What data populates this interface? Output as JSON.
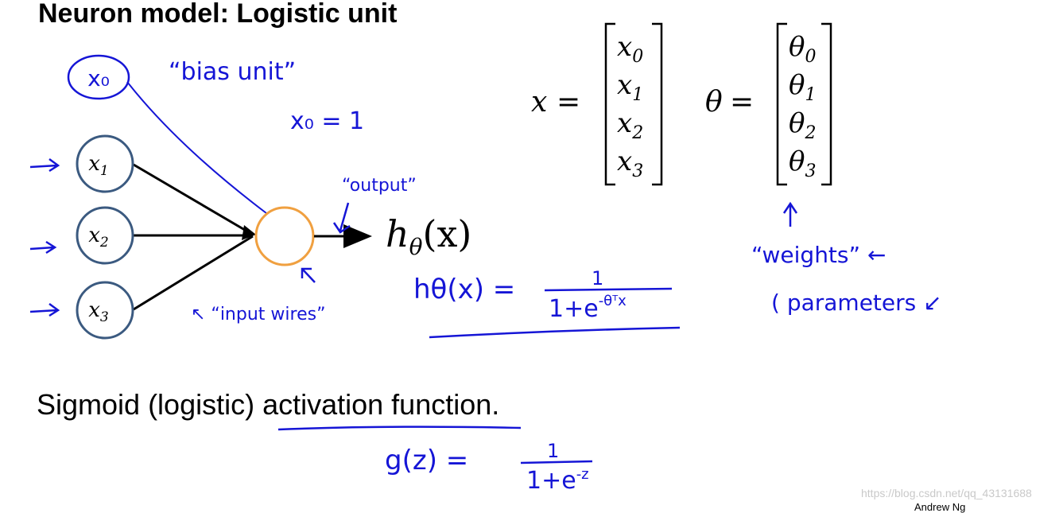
{
  "title": "Neuron model: Logistic unit",
  "nodes": {
    "bias": "x₀",
    "inputs": [
      {
        "base": "x",
        "sub": "1"
      },
      {
        "base": "x",
        "sub": "2"
      },
      {
        "base": "x",
        "sub": "3"
      }
    ]
  },
  "output_label": {
    "base": "h",
    "sub": "θ",
    "arg": "(x)"
  },
  "vectors": {
    "x": {
      "symbol": "x",
      "entries": [
        {
          "base": "x",
          "sub": "0"
        },
        {
          "base": "x",
          "sub": "1"
        },
        {
          "base": "x",
          "sub": "2"
        },
        {
          "base": "x",
          "sub": "3"
        }
      ]
    },
    "theta": {
      "symbol": "θ",
      "entries": [
        {
          "base": "θ",
          "sub": "0"
        },
        {
          "base": "θ",
          "sub": "1"
        },
        {
          "base": "θ",
          "sub": "2"
        },
        {
          "base": "θ",
          "sub": "3"
        }
      ]
    }
  },
  "annotations": {
    "bias_unit": "“bias unit”",
    "x0_eq": "x₀ = 1",
    "output": "“output”",
    "input_wires": "↖ “input wires”",
    "h_formula_lhs": "hθ(x) =",
    "h_formula_num": "1",
    "h_formula_den": "1+e",
    "h_formula_exp": "-θᵀx",
    "weights": "“weights” ←",
    "parameters": "( parameters ↙",
    "g_lhs": "g(z) =",
    "g_num": "1",
    "g_den": "1+e",
    "g_exp": "-z"
  },
  "sigmoid_text": {
    "prefix": "Sigmoid (logistic) ",
    "underlined": "activation function",
    "suffix": "."
  },
  "watermark": "https://blog.csdn.net/qq_43131688",
  "credit": "Andrew Ng",
  "colors": {
    "node_stroke": "#3b5a80",
    "output_node": "#f0a040",
    "ink": "#1515d6",
    "arrow": "#000000"
  }
}
